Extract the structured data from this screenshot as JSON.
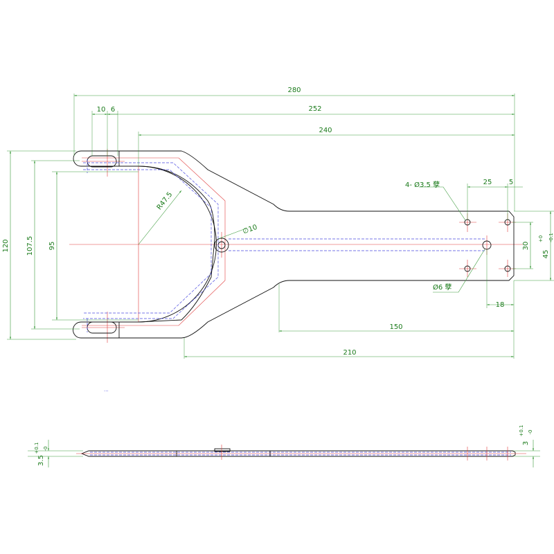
{
  "dimensions": {
    "overall_length": "280",
    "slot_offset": "252",
    "slot_width_a": "10",
    "slot_width_b": "6",
    "arc_center_to_end": "240",
    "hole_spacing": "25",
    "hole_edge": "5",
    "total_height": "120",
    "slot_spacing": "107.5",
    "inner_height": "95",
    "arc_radius": "R47.5",
    "center_hole": "∅10",
    "hole_vertical_spacing": "30",
    "end_width_base": "45",
    "end_width_upper_tol": "+0",
    "end_width_lower_tol": "-0.1",
    "hole6_offset": "18",
    "handle_length": "150",
    "taper_length": "210",
    "thickness_left_base": "3.5",
    "thickness_left_upper_tol": "+0.1",
    "thickness_left_lower_tol": "-0",
    "thickness_right_base": "3",
    "thickness_right_upper_tol": "+0.1",
    "thickness_right_lower_tol": "-0"
  },
  "notes": {
    "four_holes": "4- Ø3.5 孽",
    "single_hole": "Ø6 孽"
  },
  "colors": {
    "dimension": "#1a7a1a",
    "outline": "#111111",
    "hidden_line": "#4a4ae0",
    "center_line": "#e03a3a"
  }
}
